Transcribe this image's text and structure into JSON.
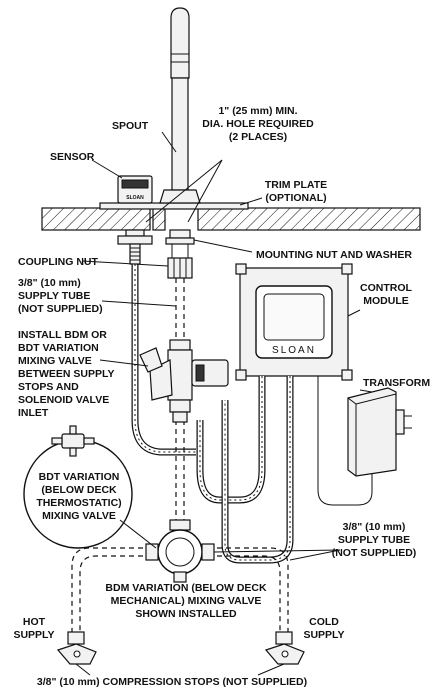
{
  "labels": {
    "spout": "SPOUT",
    "hole_1": "1\" (25 mm) MIN.",
    "hole_2": "DIA. HOLE REQUIRED",
    "hole_3": "(2 PLACES)",
    "sensor": "SENSOR",
    "trim_1": "TRIM PLATE",
    "trim_2": "(OPTIONAL)",
    "mounting_nut": "MOUNTING NUT AND WASHER",
    "coupling_nut": "COUPLING NUT",
    "supply_tube_1": "3/8\" (10 mm)",
    "supply_tube_2": "SUPPLY TUBE",
    "supply_tube_3": "(NOT SUPPLIED)",
    "control_1": "CONTROL",
    "control_2": "MODULE",
    "install_1": "INSTALL BDM OR",
    "install_2": "BDT VARIATION",
    "install_3": "MIXING VALVE",
    "install_4": "BETWEEN SUPPLY",
    "install_5": "STOPS AND",
    "install_6": "SOLENOID VALVE",
    "install_7": "INLET",
    "transformer": "TRANSFORMER",
    "bdt_1": "BDT VARIATION",
    "bdt_2": "(BELOW DECK",
    "bdt_3": "THERMOSTATIC)",
    "bdt_4": "MIXING VALVE",
    "supply_tube_r_1": "3/8\" (10 mm)",
    "supply_tube_r_2": "SUPPLY TUBE",
    "supply_tube_r_3": "(NOT SUPPLIED)",
    "bdm_1": "BDM VARIATION (BELOW DECK",
    "bdm_2": "MECHANICAL) MIXING VALVE",
    "bdm_3": "SHOWN INSTALLED",
    "hot_1": "HOT",
    "hot_2": "SUPPLY",
    "cold_1": "COLD",
    "cold_2": "SUPPLY",
    "stops": "3/8\" (10 mm) COMPRESSION STOPS (NOT SUPPLIED)",
    "brand": "SLOAN",
    "brand_small": "SLOAN"
  }
}
